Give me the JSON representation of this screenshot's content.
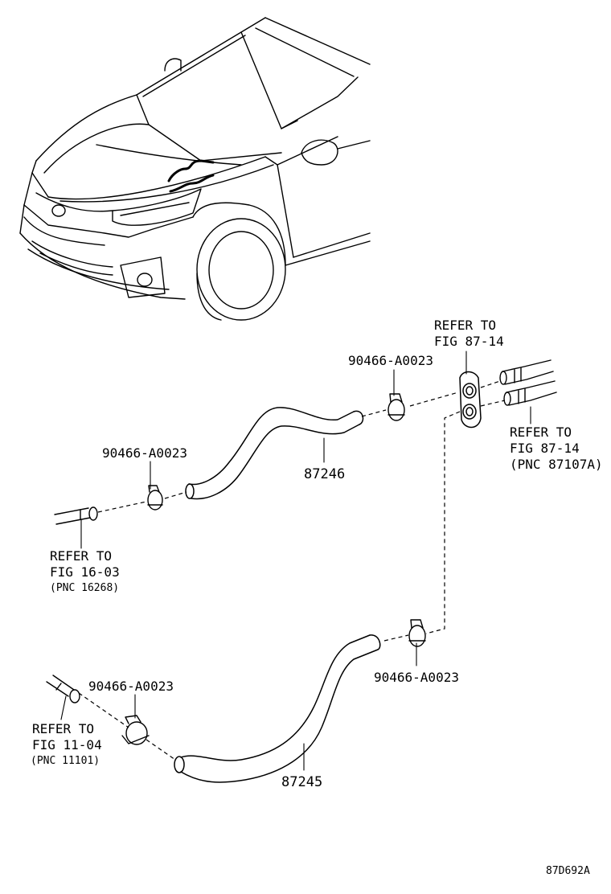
{
  "labels": {
    "clip_top": "90466-A0023",
    "clip_upper_left": "90466-A0023",
    "clip_lower_right": "90466-A0023",
    "clip_lower_left": "90466-A0023",
    "hose_upper": "87246",
    "hose_lower": "87245",
    "ref_top_line1": "REFER TO",
    "ref_top_line2": "FIG 87-14",
    "ref_right_line1": "REFER TO",
    "ref_right_line2": "FIG 87-14",
    "ref_right_line3": "(PNC 87107A)",
    "ref_left_line1": "REFER TO",
    "ref_left_line2": "FIG 16-03",
    "ref_left_line3": "(PNC 16268)",
    "ref_bottom_line1": "REFER TO",
    "ref_bottom_line2": "FIG 11-04",
    "ref_bottom_line3": "(PNC 11101)",
    "figure_code": "87D692A"
  }
}
